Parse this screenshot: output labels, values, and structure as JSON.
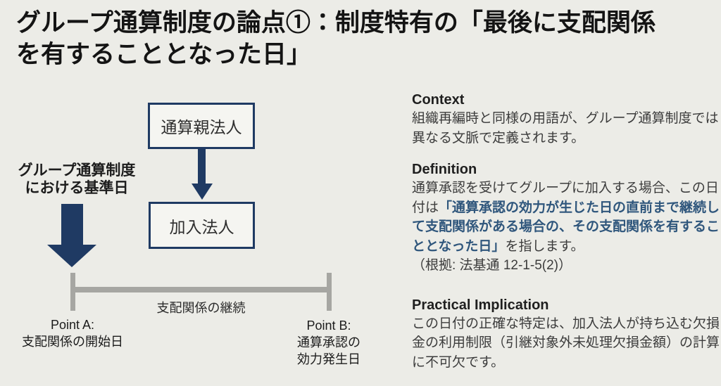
{
  "title": {
    "text": "グループ通算制度の論点①：制度特有の「最後に支配関係\nを有することとなった日」"
  },
  "diagram": {
    "parent_box_label": "通算親法人",
    "joining_box_label": "加入法人",
    "base_date_label": "グループ通算制度\nにおける基準日",
    "timeline_label": "支配関係の継続",
    "point_a_label": "Point A:\n支配関係の開始日",
    "point_b_label": "Point B:\n通算承認の\n効力発生日"
  },
  "sections": {
    "context": {
      "heading": "Context",
      "body": "組織再編時と同様の用語が、グループ通算制度では異なる文脈で定義されます。"
    },
    "definition": {
      "heading": "Definition",
      "lead": "通算承認を受けてグループに加入する場合、この日付は",
      "highlight": "「通算承認の効力が生じた日の直前まで継続して支配関係がある場合の、その支配関係を有することとなった日」",
      "tail": "を指します。",
      "citation": "（根拠: 法基通 12-1-5(2)）"
    },
    "practical": {
      "heading": "Practical Implication",
      "body": "この日付の正確な特定は、加入法人が持ち込む欠損金の利用制限（引継対象外未処理欠損金額）の計算に不可欠です。"
    }
  },
  "colors": {
    "navy": "#1F3A63",
    "highlight_blue": "#2F567C",
    "timeline_gray": "#A6A6A2",
    "background": "#ECECE7"
  }
}
